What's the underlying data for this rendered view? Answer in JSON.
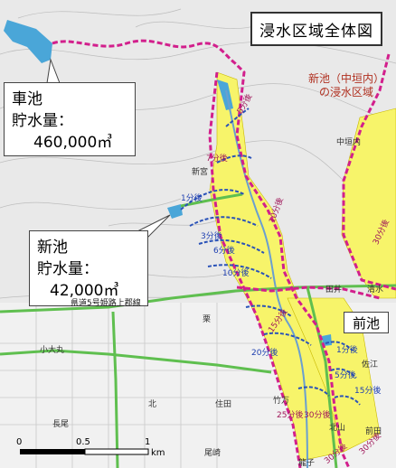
{
  "title": "浸水区域全体図",
  "reservoirs": {
    "kuruma": {
      "name": "車池",
      "volume_label": "貯水量：",
      "volume": "460,000㎥"
    },
    "shin": {
      "name": "新池",
      "volume_label": "貯水量：",
      "volume": "42,000㎥"
    },
    "mae": {
      "name": "前池"
    }
  },
  "annotation": {
    "line1": "新池（中垣内）",
    "line2": "の浸水区域"
  },
  "place_labels": {
    "nakagaito": "中垣内",
    "shingu": "新宮",
    "tanoi": "田井",
    "kiyomizu": "清水",
    "kenmichi": "県道5号姫路上郡線",
    "kodaimaru": "小大丸",
    "kuri": "栗",
    "saetomi": "佐江",
    "nagao": "長尾",
    "kitakita": "北",
    "sumida": "住田",
    "takeda": "竹万",
    "kitayama": "北山",
    "maeda": "前田",
    "oo": "尾崎",
    "ryushi": "龍子"
  },
  "time_labels": {
    "shin": [
      "1分後",
      "3分後",
      "6分後",
      "10分後"
    ],
    "kuruma": [
      "5分後",
      "7分後",
      "10分後",
      "15分後",
      "20分後",
      "25分後",
      "30分後"
    ],
    "mae": [
      "1分後",
      "5分後",
      "15分後",
      "30分後",
      "30分後"
    ],
    "nakagaito": [
      "30分後"
    ]
  },
  "scale": {
    "ticks": [
      "0",
      "0.5",
      "1"
    ],
    "unit": "km"
  },
  "colors": {
    "flood": "#f7f46a",
    "inundation_border": "#d21f8c",
    "route": "#2a52b8",
    "road": "#5fbf4f",
    "water": "#4aa6d8"
  }
}
